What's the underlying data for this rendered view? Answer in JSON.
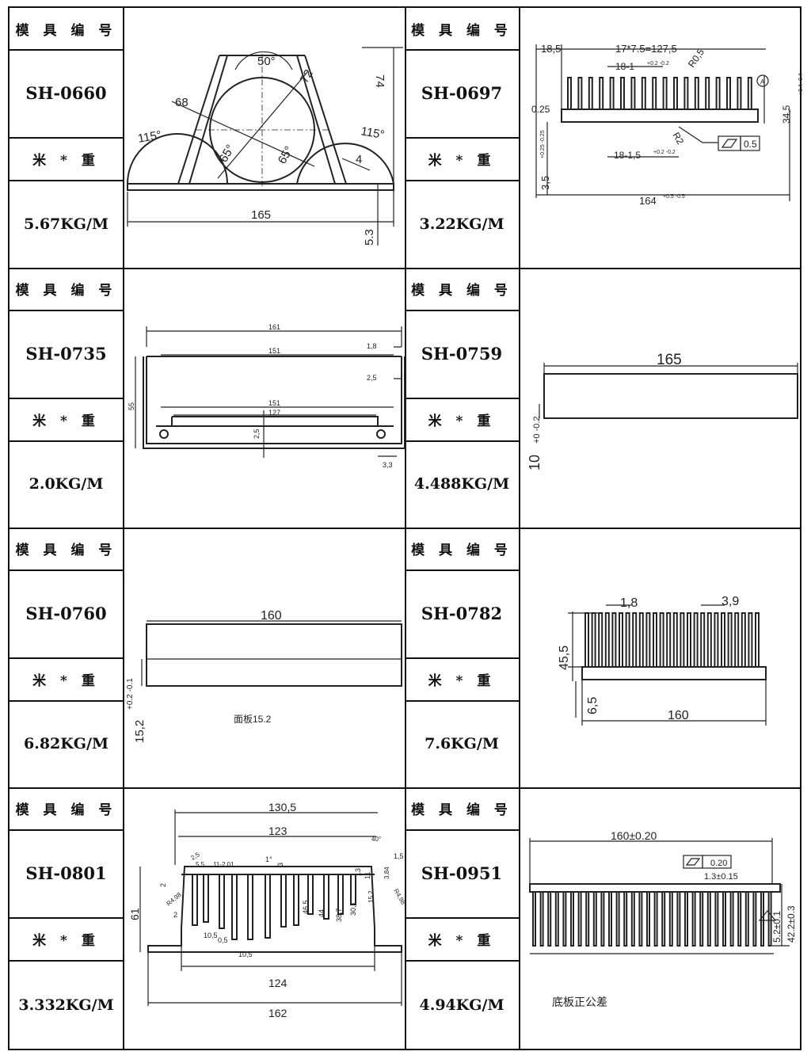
{
  "table": {
    "header_label": "模 具 编 号",
    "weight_label": "米 * 重",
    "entries": [
      {
        "code": "SH-0660",
        "weight": "5.67KG/M",
        "dims": {
          "top_angle": "50°",
          "d72": "72",
          "d74": "74",
          "d68": "68",
          "a115l": "115°",
          "a115r": "115°",
          "a65l": "65°",
          "a65r": "65°",
          "d4": "4",
          "d165": "165",
          "d53": "5.3"
        }
      },
      {
        "code": "SH-0697",
        "weight": "3.22KG/M",
        "dims": {
          "d185": "18,5",
          "pitch": "17*7.5=127,5",
          "r05": "R0,5",
          "fin_top": "18-1",
          "fin_top_tol": "+0.2 -0.2",
          "d025": "0.25",
          "d345": "34,5",
          "d345_tol": "+0.4 -0.4",
          "fin_bot": "18-1,5",
          "fin_bot_tol": "+0.2 -0.2",
          "r2": "R2",
          "flat": "0.5",
          "tol025": "+0.25 -0.25",
          "d35": "3,5",
          "d164": "164",
          "d164_tol": "+0.5 -0.5",
          "datum": "A"
        }
      },
      {
        "code": "SH-0735",
        "weight": "2.0KG/M",
        "dims": {
          "d161": "161",
          "d151a": "151",
          "d18": "1,8",
          "d25a": "2,5",
          "d55": "55",
          "d151b": "151",
          "d127": "127",
          "d25b": "2,5",
          "d33": "3,3"
        }
      },
      {
        "code": "SH-0759",
        "weight": "4.488KG/M",
        "dims": {
          "d165": "165",
          "d10": "10",
          "d10_tol": "+0 -0.2"
        }
      },
      {
        "code": "SH-0760",
        "weight": "6.82KG/M",
        "dims": {
          "d160": "160",
          "d152": "15,2",
          "d152_tol": "+0.2 -0.1",
          "note": "面板15.2"
        }
      },
      {
        "code": "SH-0782",
        "weight": "7.6KG/M",
        "dims": {
          "d18": "1,8",
          "d39": "3,9",
          "d455": "45,5",
          "d65": "6,5",
          "d160": "160"
        }
      },
      {
        "code": "SH-0801",
        "weight": "3.332KG/M",
        "dims": {
          "d1305": "130,5",
          "d123": "123",
          "a40": "40°",
          "d15": "1,5",
          "d25": "2,5",
          "d55": "5,5",
          "d1120": "11-2,01",
          "a1": "1°",
          "d3": "3",
          "d13": "13",
          "d11": "11",
          "d2a": "2",
          "d484l": "R4,98",
          "d484r": "R4,98",
          "d384": "3,84",
          "d61": "61",
          "d2b": "2",
          "d465": "46,5",
          "d44": "44",
          "d387": "38,7",
          "d301": "30,1",
          "d152": "15,2",
          "d105a": "10,5",
          "d105b": "10,5",
          "d05": "0,5",
          "d124": "124",
          "d162": "162"
        }
      },
      {
        "code": "SH-0951",
        "weight": "4.94KG/M",
        "dims": {
          "d160": "160±0.20",
          "flat": "0.20",
          "d13": "1.3±0.15",
          "d52": "5.2±0.1",
          "d422": "42.2±0.3",
          "note": "底板正公差"
        }
      }
    ]
  }
}
